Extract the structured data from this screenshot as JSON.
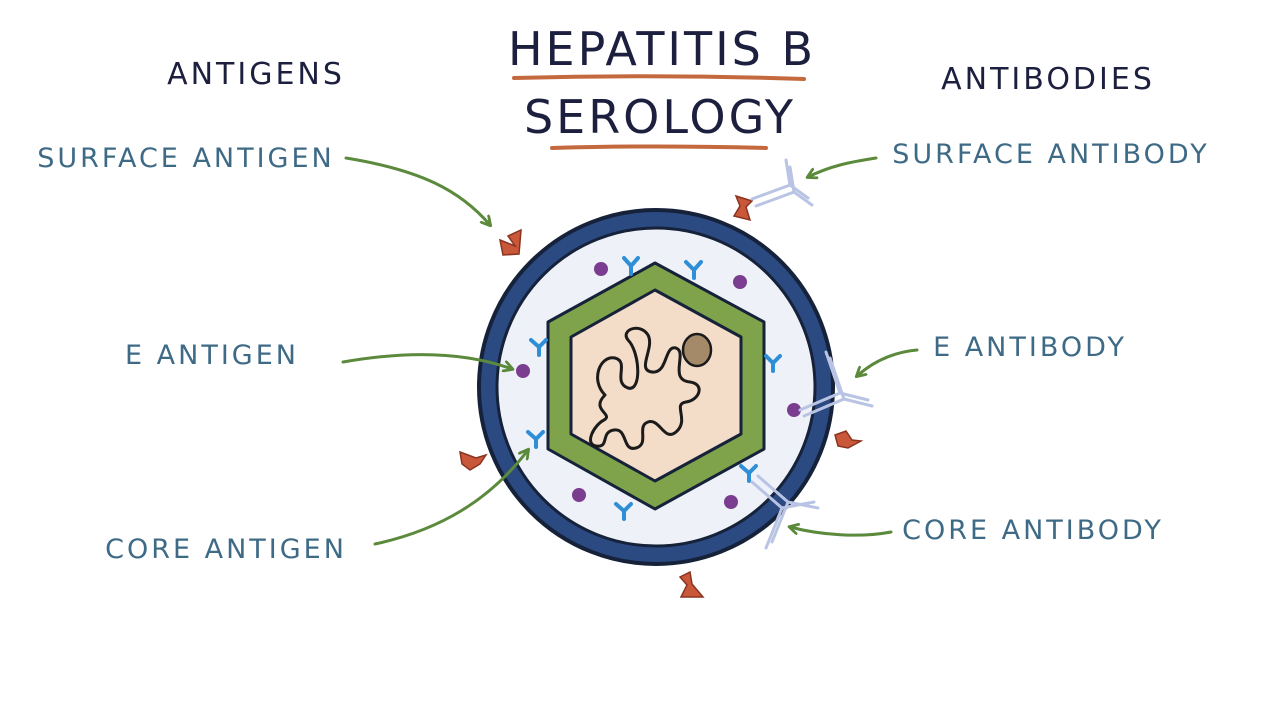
{
  "title": {
    "line1": "HEPATITIS B",
    "line2": "SEROLOGY"
  },
  "headings": {
    "antigens": "ANTIGENS",
    "antibodies": "ANTIBODIES"
  },
  "antigen_labels": {
    "surface": "SURFACE ANTIGEN",
    "e": "E ANTIGEN",
    "core": "CORE ANTIGEN"
  },
  "antibody_labels": {
    "surface": "SURFACE ANTIBODY",
    "e": "E ANTIBODY",
    "core": "CORE ANTIBODY"
  },
  "colors": {
    "title_text": "#1d1f3f",
    "label_text": "#3e6a86",
    "title_underline": "#c4683d",
    "arrow": "#5b8a3c",
    "envelope": "#2b4a82",
    "envelope_inner": "#eef2f8",
    "capsid": "#7fa34a",
    "core": "#f3dcc8",
    "surface_antigen": "#c9573a",
    "e_antigen": "#7a3d8f",
    "core_antigen": "#2f8fd6",
    "antibody": "#b9c4e4"
  }
}
